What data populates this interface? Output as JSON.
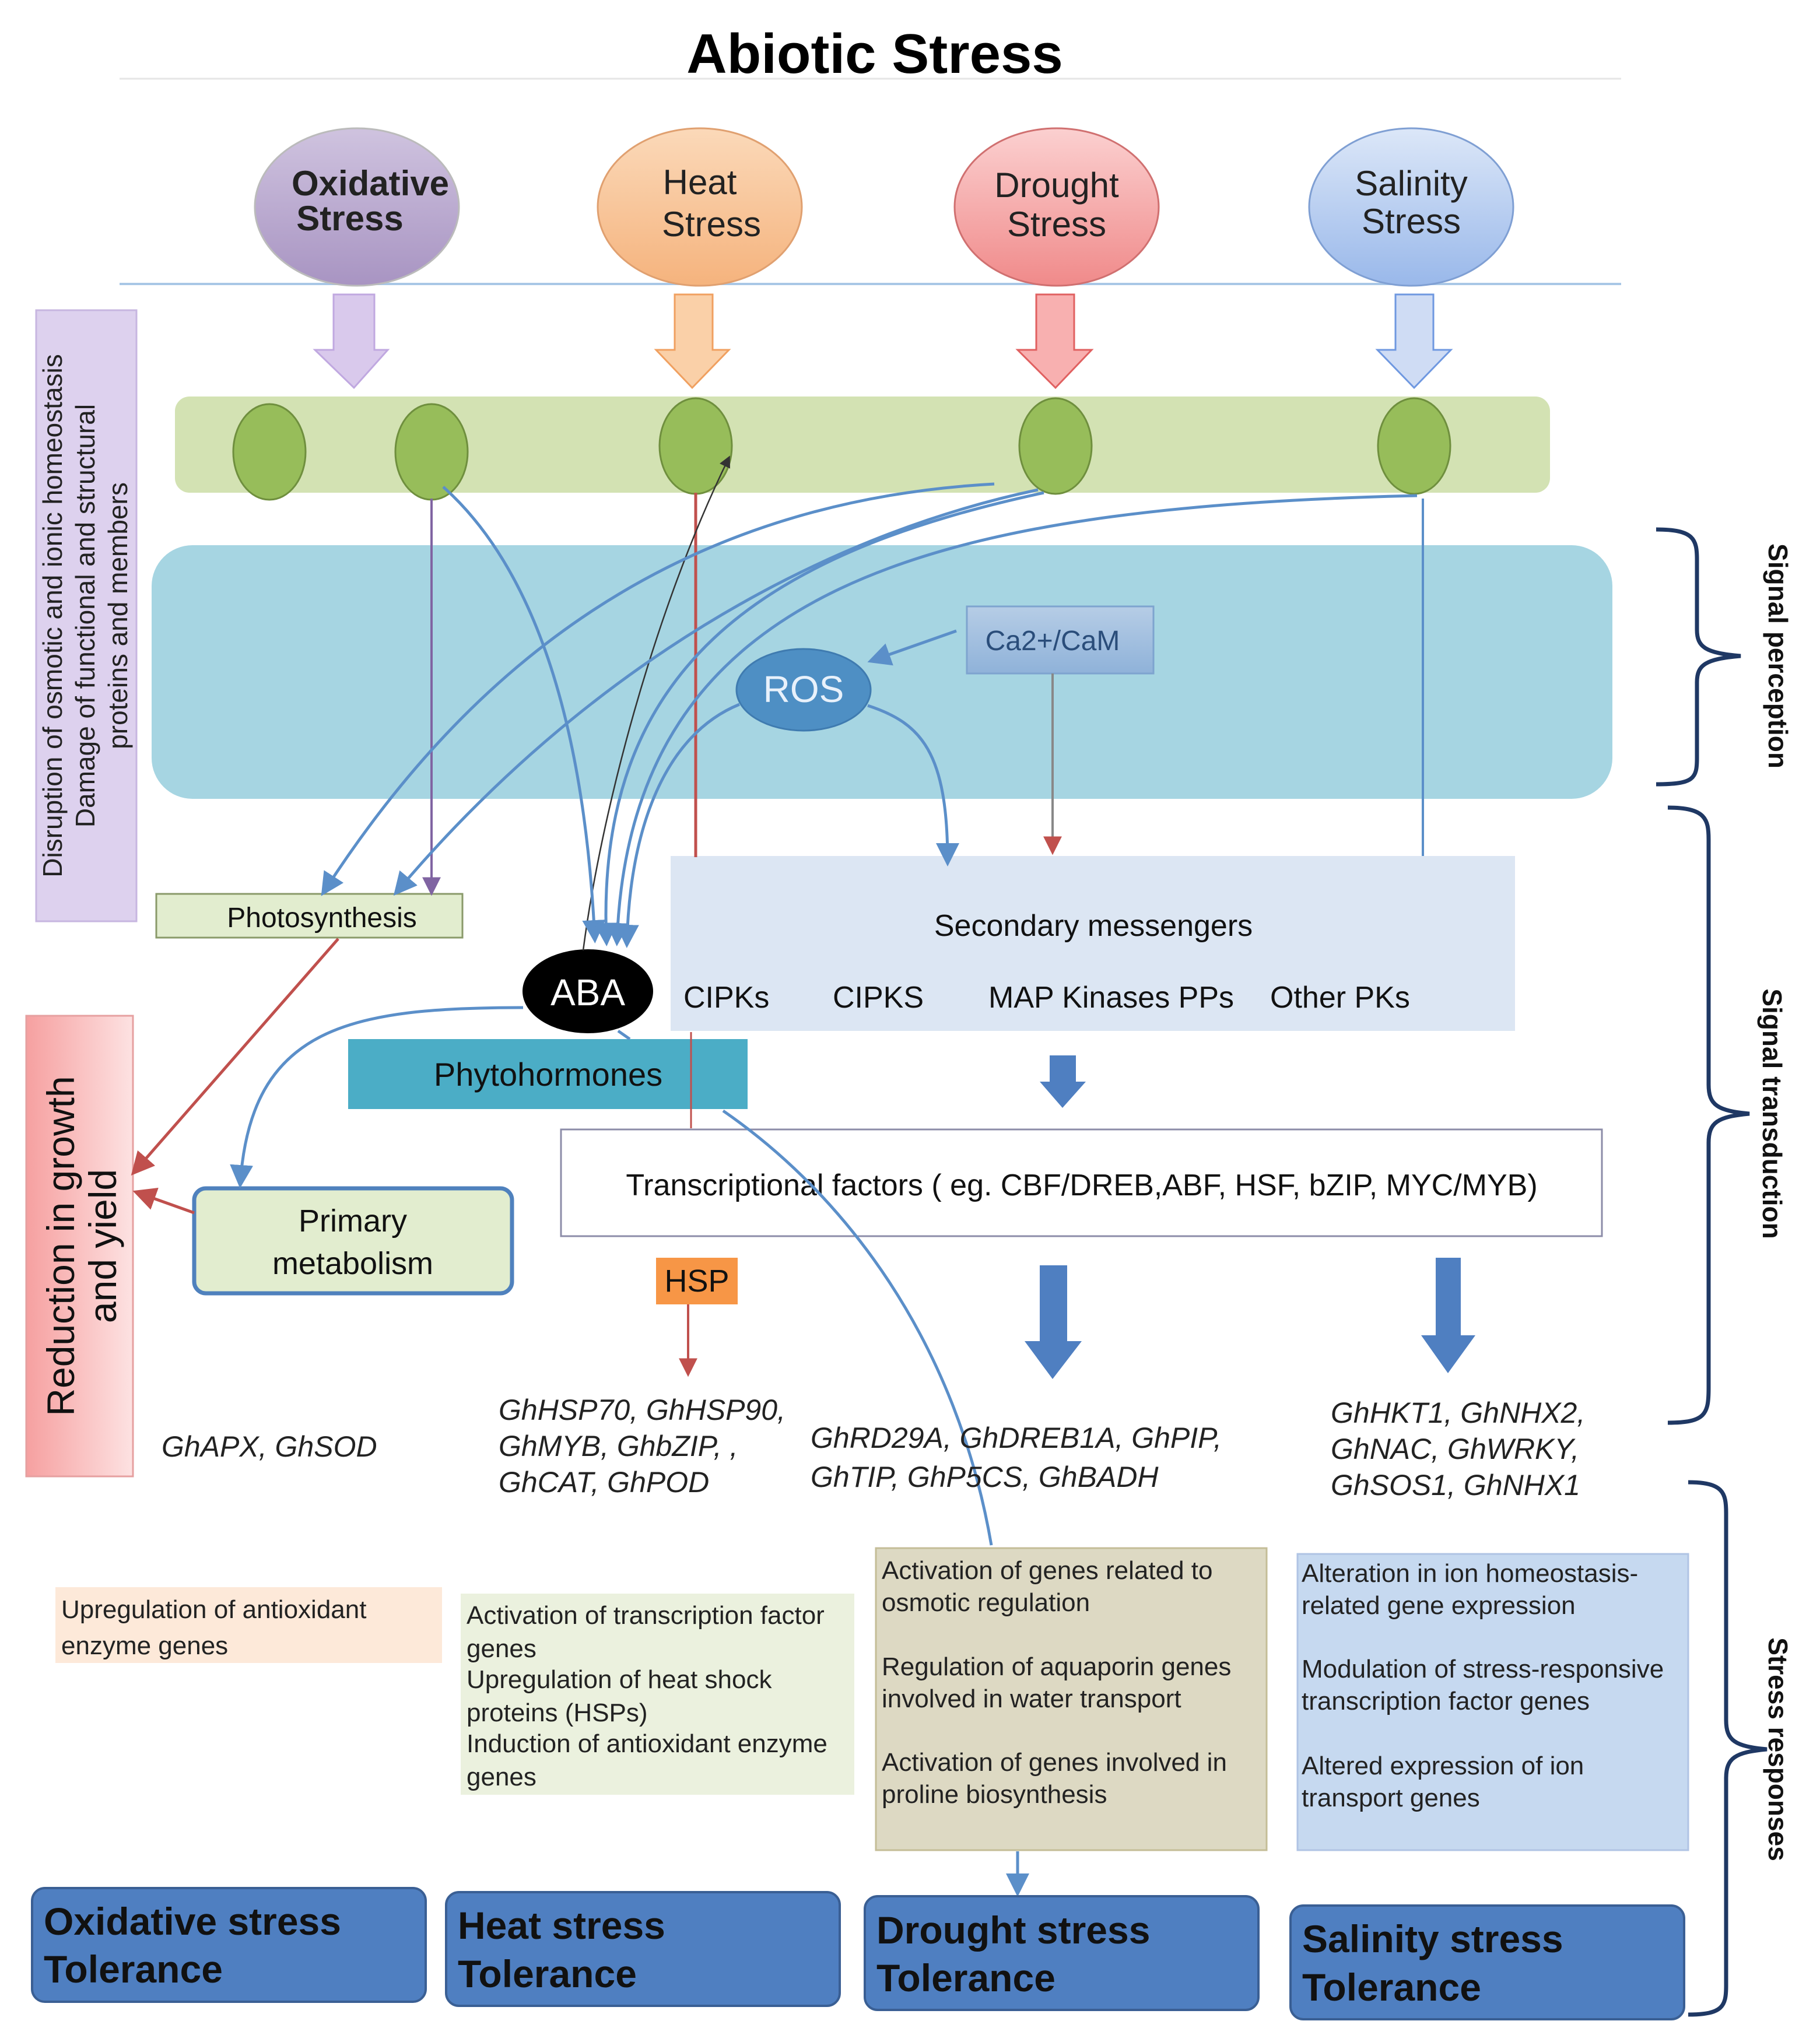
{
  "title": "Abiotic  Stress",
  "stress_types": [
    {
      "line1": "Oxidative",
      "line2": "Stress",
      "color": "#b9a8ce"
    },
    {
      "line1": "Heat",
      "line2": "Stress",
      "color": "#f8c59a"
    },
    {
      "line1": "Drought",
      "line2": "Stress",
      "color": "#f6a7a7"
    },
    {
      "line1": "Salinity",
      "line2": "Stress",
      "color": "#b9cff1"
    }
  ],
  "left_panel": {
    "line1": "Disruption of osmotic and ionic homeostasis",
    "line2": "Damage of functional and structural",
    "line3": "proteins and members"
  },
  "ros_label": "ROS",
  "calcium_label": "Ca2+/CaM",
  "photosynthesis_label": "Photosynthesis",
  "aba_label": "ABA",
  "phytohormones_label": "Phytohormones",
  "secondary_messengers": {
    "title": "Secondary messengers",
    "items": [
      "CIPKs",
      "CIPKS",
      "MAP Kinases PPs",
      "Other PKs"
    ]
  },
  "transcription_factors_label": "Transcriptional factors ( eg. CBF/DREB,ABF, HSF, bZIP, MYC/MYB)",
  "hsp_label": "HSP",
  "primary_metabolism": {
    "line1": "Primary",
    "line2": "metabolism"
  },
  "reduction_box": {
    "line1": "Reduction in growth",
    "line2": "and yield"
  },
  "genes": {
    "oxidative": [
      "GhAPX, GhSOD"
    ],
    "heat": [
      "GhHSP70, GhHSP90,",
      "GhMYB, GhbZIP, ,",
      "GhCAT, GhPOD"
    ],
    "drought": [
      "GhRD29A, GhDREB1A, GhPIP,",
      "GhTIP, GhP5CS, GhBADH"
    ],
    "salinity": [
      "GhHKT1, GhNHX2,",
      "GhNAC, GhWRKY,",
      "GhSOS1, GhNHX1"
    ]
  },
  "responses": {
    "oxidative": [
      "Upregulation of antioxidant",
      "enzyme genes"
    ],
    "heat": [
      "Activation of transcription factor",
      "genes",
      "Upregulation of heat shock",
      "proteins (HSPs)",
      "Induction of antioxidant enzyme",
      "genes"
    ],
    "drought": [
      "Activation of genes related to",
      "osmotic regulation",
      "Regulation of aquaporin genes",
      "involved in water transport",
      "Activation of genes involved in",
      "proline biosynthesis"
    ],
    "salinity": [
      "Alteration in ion homeostasis-",
      "related gene expression",
      "Modulation of stress-responsive",
      "transcription factor genes",
      "Altered expression of ion",
      "transport genes"
    ]
  },
  "tolerance": [
    {
      "line1": "Oxidative stress",
      "line2": "Tolerance"
    },
    {
      "line1": "Heat stress",
      "line2": "Tolerance"
    },
    {
      "line1": "Drought stress",
      "line2": "Tolerance"
    },
    {
      "line1": "Salinity stress",
      "line2": "Tolerance"
    }
  ],
  "side_labels": {
    "perception": "Signal perception",
    "transduction": "Signal transduction",
    "responses": "Stress responses"
  },
  "colors": {
    "membrane": "#d3e2b3",
    "cytoplasm": "#a6d5e2",
    "receptor": "#97bd5a",
    "blue_arrow": "#5b8fc9",
    "red_arrow": "#c0504d",
    "tolerance_box": "#4f7fc1",
    "phytohormones_box": "#4badc6",
    "hsp_box": "#f79646"
  }
}
